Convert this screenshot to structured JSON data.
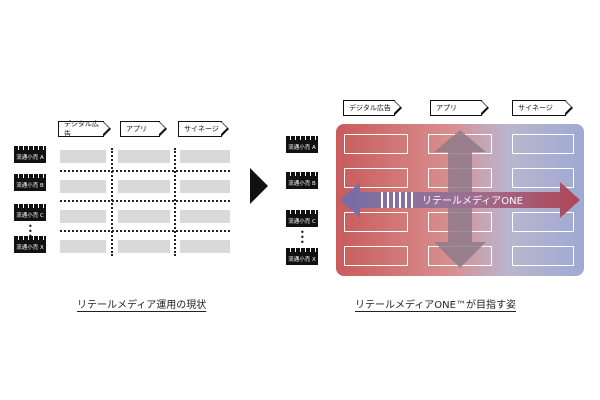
{
  "left": {
    "channels": [
      "デジタル広告",
      "アプリ",
      "サイネージ"
    ],
    "stores": [
      "流通小売 A",
      "流通小売 B",
      "流通小売 C",
      "流通小売 X"
    ],
    "caption": "リテールメディア運用の現状"
  },
  "right": {
    "channels": [
      "デジタル広告",
      "アプリ",
      "サイネージ"
    ],
    "stores": [
      "流通小売 A",
      "流通小売 B",
      "流通小売 C",
      "流通小売 X"
    ],
    "center_label": "リテールメディアONE",
    "caption": "リテールメディアONE™が目指す姿"
  },
  "colors": {
    "panel_left": "#c95b5b",
    "panel_right": "#9fa9d2",
    "arrow_left": "#6f6fa8",
    "arrow_right": "#b0404f",
    "gray_bar": "#d9d9d9"
  }
}
